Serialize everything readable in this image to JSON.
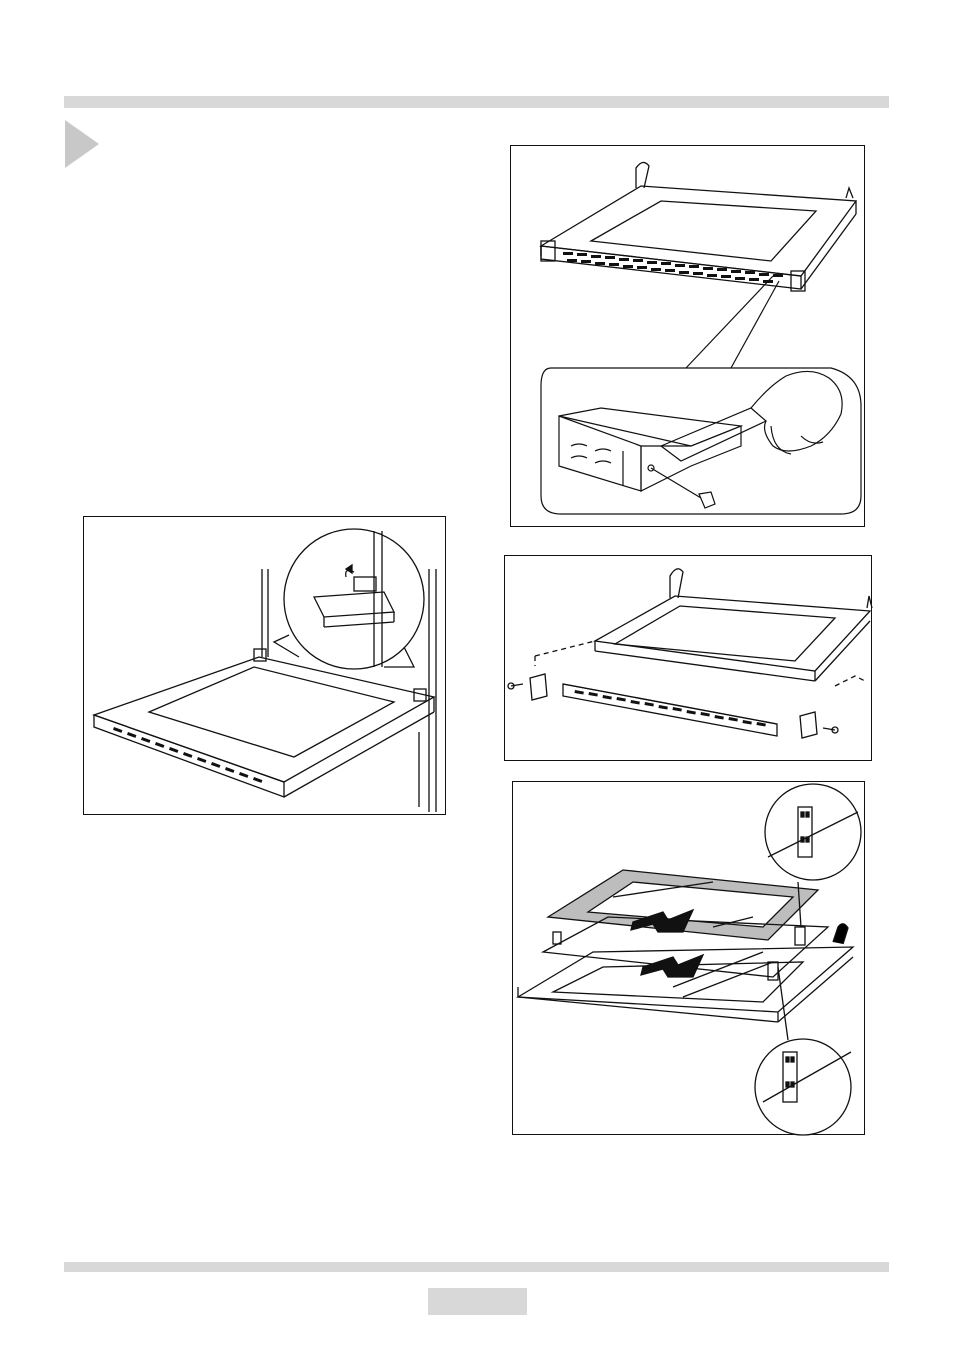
{
  "header": {
    "divider": "top-rule"
  },
  "section": {
    "marker_icon": "triangle-arrow-icon",
    "marker_color": "#c8c8c8"
  },
  "figures": [
    {
      "id": "door-panel-with-detail",
      "icon": "oven-door-strip-removal-diagram"
    },
    {
      "id": "open-oven-door-hinge",
      "icon": "oven-door-hinge-lock-diagram"
    },
    {
      "id": "exploded-trim-strip",
      "icon": "trim-strip-exploded-diagram"
    },
    {
      "id": "glass-panel-removal",
      "icon": "glass-panel-removal-diagram"
    }
  ],
  "footer": {
    "page_number": ""
  },
  "colors": {
    "bars": "#d8d8d8",
    "line": "#111111",
    "panel_fill": "#bdbdbd"
  }
}
